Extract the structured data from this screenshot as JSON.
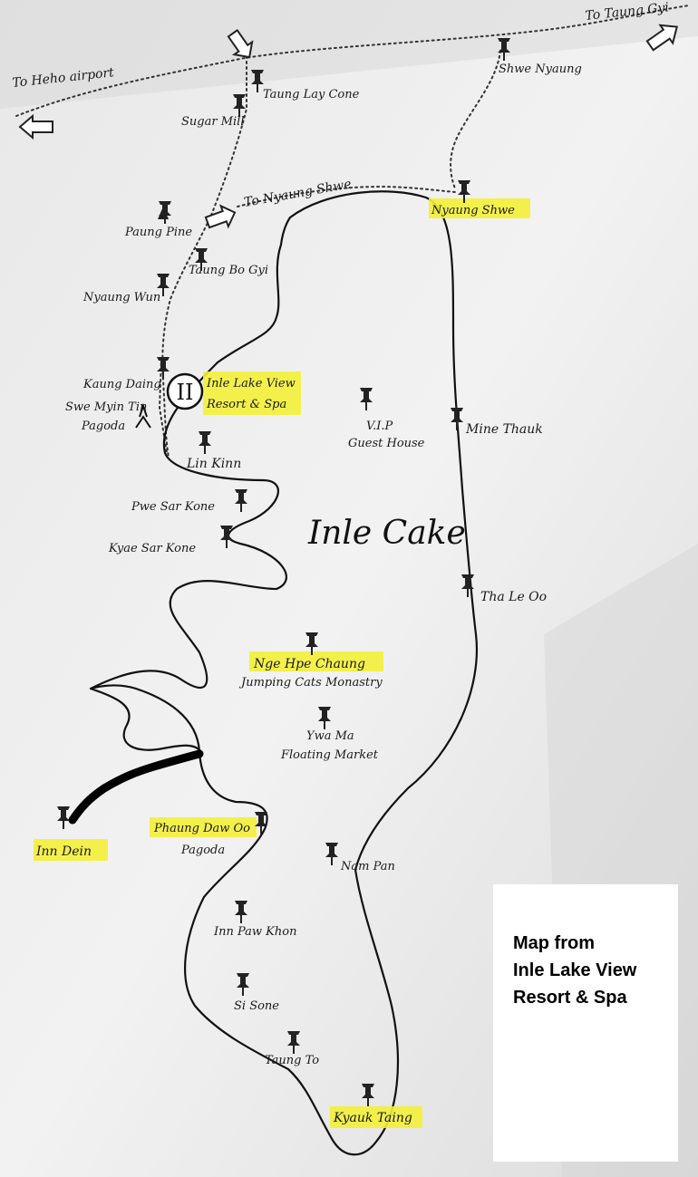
{
  "map": {
    "lake_name": "Inle Cake",
    "routes": {
      "heho": "To Heho airport",
      "taunggyi": "To Taung Gyi",
      "nyaungshwe": "To Nyaung Shwe"
    },
    "hotel_marker": "II",
    "places": {
      "shwe_nyaung": "Shwe Nyaung",
      "taung_lay_cone": "Taung Lay Cone",
      "sugar_mill": "Sugar Mill",
      "nyaung_shwe": "Nyaung Shwe",
      "paung_pine": "Paung Pine",
      "taung_bo_gyi": "Taung Bo Gyi",
      "nyaung_wun": "Nyaung Wun",
      "kaung_daing": "Kaung Daing",
      "swe_myin_tin_1": "Swe Myin Tin",
      "swe_myin_tin_2": "Pagoda",
      "resort_1": "Inle Lake View",
      "resort_2": "Resort & Spa",
      "vip_1": "V.I.P",
      "vip_2": "Guest House",
      "mine_thauk": "Mine Thauk",
      "lin_kinn": "Lin Kinn",
      "pwe_sar_kone": "Pwe Sar Kone",
      "kyae_sar_kone": "Kyae Sar Kone",
      "tha_le_oo": "Tha Le Oo",
      "nge_hpe_chaung": "Nge Hpe Chaung",
      "jumping_cats": "Jumping Cats Monastry",
      "ywa_ma_1": "Ywa Ma",
      "ywa_ma_2": "Floating Market",
      "inn_dein": "Inn Dein",
      "phaung_daw_1": "Phaung Daw Oo",
      "phaung_daw_2": "Pagoda",
      "nam_pan": "Nam Pan",
      "inn_paw_khon": "Inn Paw Khon",
      "si_sone": "Si Sone",
      "taung_to": "Taung To",
      "kyauk_taing": "Kyauk Taing"
    },
    "highlight_color": "#f3f03a"
  },
  "caption": {
    "line1": "Map from",
    "line2": "Inle Lake View",
    "line3": "Resort & Spa"
  }
}
